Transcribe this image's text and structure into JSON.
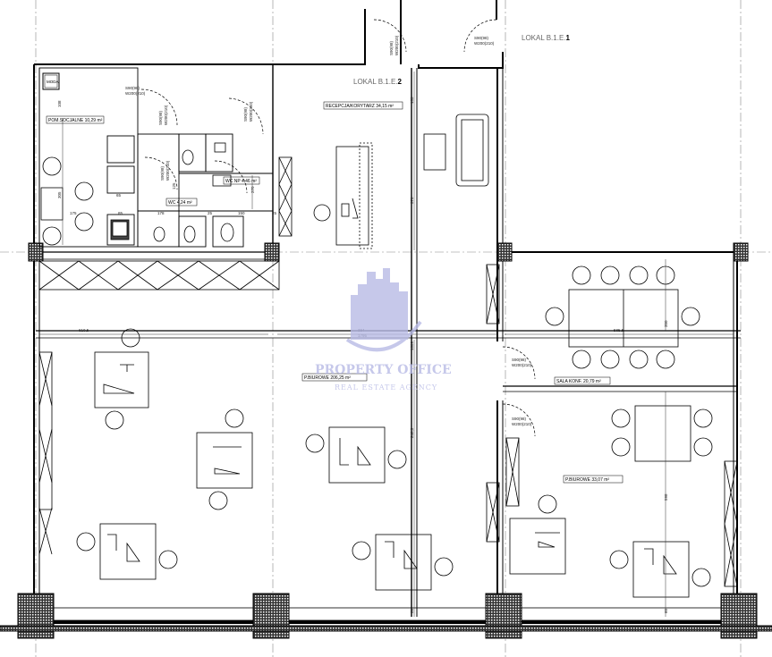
{
  "units": {
    "unit2": {
      "prefix": "LOKAL B.1.E.",
      "num": "2"
    },
    "unit1": {
      "prefix": "LOKAL B.1.E.",
      "num": "1"
    }
  },
  "rooms": {
    "social": "POM.SOCJALNE 10,29 m²",
    "reception": "RECEPCJA/KORYTARZ 34,15 m²",
    "wc": "WC 4,24 m²",
    "wc_np": "WC NP 4,46 m²",
    "open_office_left": "P.BIUROWE 206,25 m²",
    "conference": "SALA KONF. 20,79 m²",
    "office_right": "P.BIUROWE 33,07 m²"
  },
  "door_tags": [
    "S90(98)",
    "W200(210)"
  ],
  "dimensions": {
    "d_610": "610,5",
    "d_384": "384",
    "d_1795": "1795",
    "d_1609": "1609",
    "d_5855": "585,5",
    "d_2485": "248,5",
    "d_350": "350",
    "d_598": "598",
    "d_270": "270",
    "d_378": "378",
    "d_153": "153",
    "d_305": "305",
    "d_175": "175",
    "d_85": "85",
    "d_178": "178",
    "d_25": "25",
    "d_150": "150",
    "d_60": "60",
    "d_108": "108",
    "d_125": "125",
    "d_65": "65"
  },
  "stamp": "MODA",
  "watermark": {
    "title": "PROPERTY OFFICE",
    "subtitle": "REAL ESTATE AGENCY"
  }
}
